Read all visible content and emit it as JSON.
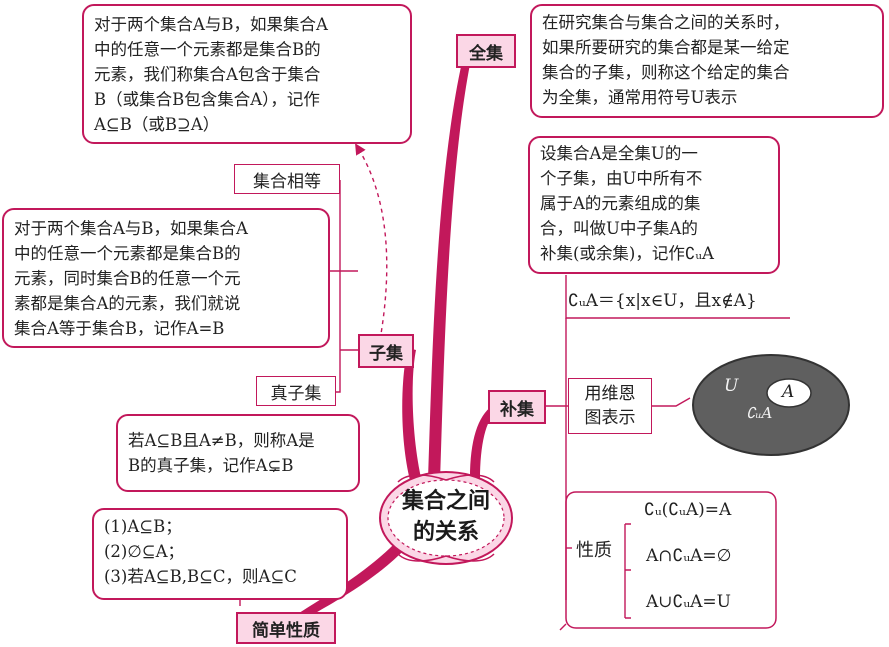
{
  "center": {
    "line1": "集合之间",
    "line2": "的关系"
  },
  "subset_definition": {
    "lines": [
      "对于两个集合A与B，如果集合A",
      "中的任意一个元素都是集合B的",
      "元素，我们称集合A包含于集合",
      "B（或集合B包含集合A），记作",
      "A⊆B（或B⊇A）"
    ]
  },
  "set_equal": {
    "label": "集合相等",
    "lines": [
      "对于两个集合A与B，如果集合A",
      "中的任意一个元素都是集合B的",
      "元素，同时集合B的任意一个元",
      "素都是集合A的元素，我们就说",
      "集合A等于集合B，记作A=B"
    ]
  },
  "subset": {
    "label": "子集"
  },
  "proper_subset": {
    "label": "真子集",
    "lines": [
      "若A⊆B且A≠B，则称A是",
      "B的真子集，记作A⊊B"
    ]
  },
  "simple_properties": {
    "label": "简单性质",
    "lines": [
      "(1)A⊆B；",
      "(2)∅⊆A；",
      "(3)若A⊆B,B⊆C，则A⊆C"
    ]
  },
  "universal_set": {
    "label": "全集",
    "lines": [
      "在研究集合与集合之间的关系时，",
      "如果所要研究的集合都是某一给定",
      "集合的子集，则称这个给定的集合",
      "为全集，通常用符号U表示"
    ]
  },
  "complement": {
    "label": "补集",
    "definition_lines": [
      "设集合A是全集U的一",
      "个子集，由U中所有不",
      "属于A的元素组成的集",
      "合，叫做U中子集A的",
      "补集(或余集)，记作∁ᵤA"
    ],
    "set_builder": "∁ᵤA＝{x|x∈U，且x∉A}",
    "venn": {
      "label_lines": [
        "用维恩",
        "图表示"
      ],
      "outer": "U",
      "inner": "A",
      "comp": "∁ᵤA"
    },
    "properties": {
      "label": "性质",
      "items": [
        "∁ᵤ(∁ᵤA)=A",
        "A∩∁ᵤA=∅",
        "A∪∁ᵤA=U"
      ]
    }
  },
  "colors": {
    "accent": "#c2185b",
    "tag_fill": "#fbd7e6",
    "venn_fill": "#5f5f5f"
  }
}
